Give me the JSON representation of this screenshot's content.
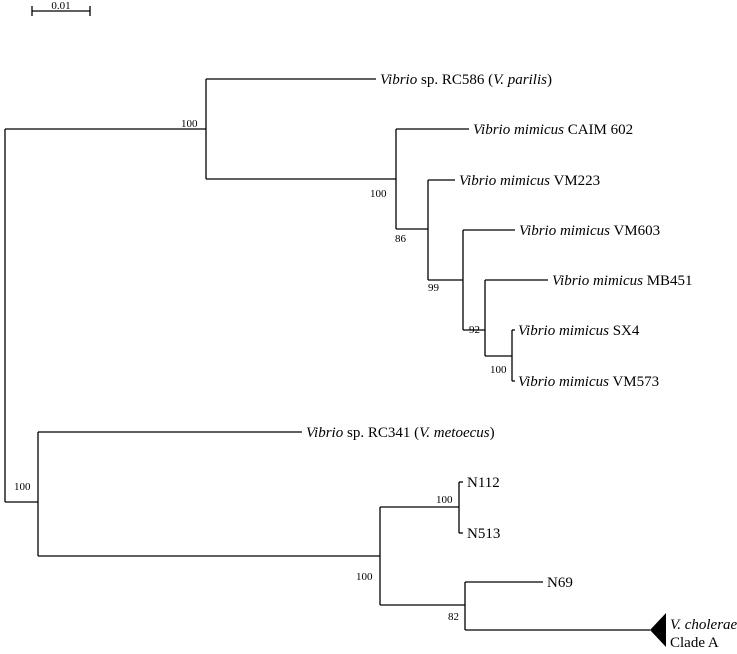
{
  "scale_bar": {
    "label": "0.01"
  },
  "taxa": {
    "rc586": {
      "genus": "Vibrio",
      "rest": " sp. RC586 (",
      "syn": "V. parilis",
      "close": ")"
    },
    "caim602": {
      "genus": "Vibrio mimicus",
      "rest": " CAIM 602"
    },
    "vm223": {
      "genus": "Vibrio mimicus",
      "rest": " VM223"
    },
    "vm603": {
      "genus": "Vibrio mimicus",
      "rest": " VM603"
    },
    "mb451": {
      "genus": "Vibrio mimicus",
      "rest": " MB451"
    },
    "sx4": {
      "genus": "Vibrio mimicus",
      "rest": " SX4"
    },
    "vm573": {
      "genus": "Vibrio mimicus",
      "rest": " VM573"
    },
    "rc341": {
      "genus": "Vibrio",
      "rest": " sp. RC341 (",
      "syn": "V. metoecus",
      "close": ")"
    },
    "n112": {
      "name": "N112"
    },
    "n513": {
      "name": "N513"
    },
    "n69": {
      "name": "N69"
    },
    "cholerae": {
      "name": "V. cholerae",
      "sub": "Clade A"
    }
  },
  "bootstrap": {
    "root": "100",
    "upper_clade": "100",
    "mimicus_clade": "100",
    "mimicus_inner": "86",
    "mimicus_inner2": "99",
    "mimicus_inner3": "92",
    "sx4_vm573": "100",
    "lower_clade": "100",
    "n112_n513": "100",
    "n69_cholerae": "82"
  }
}
